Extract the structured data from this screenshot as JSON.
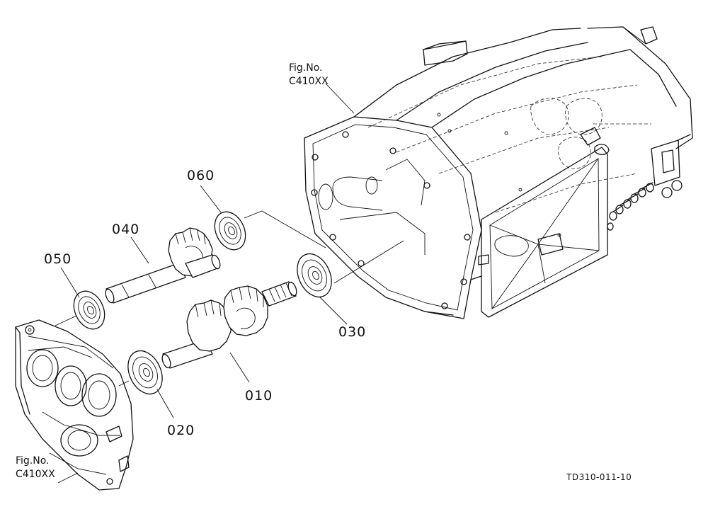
{
  "figure_refs": {
    "top": {
      "line1": "Fig.No.",
      "line2": "C410XX"
    },
    "bottom": {
      "line1": "Fig.No.",
      "line2": "C410XX"
    }
  },
  "parts": {
    "p010": "010",
    "p020": "020",
    "p030": "030",
    "p040": "040",
    "p050": "050",
    "p060": "060"
  },
  "drawing_code": "TD310-011-10"
}
